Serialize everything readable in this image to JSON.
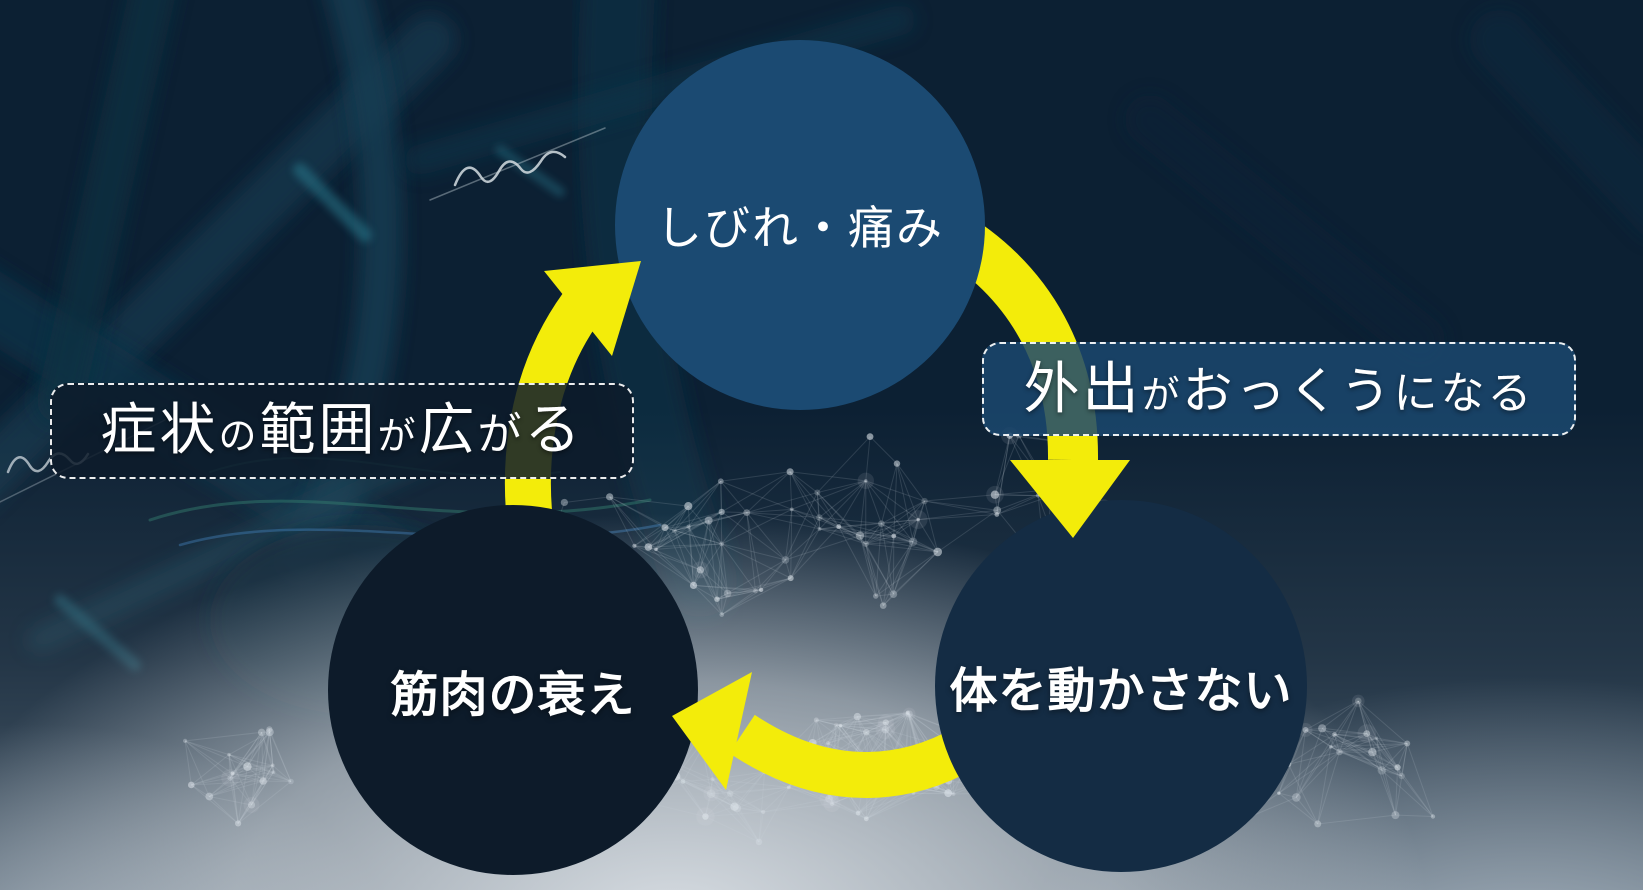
{
  "colors": {
    "arrow": "#f3ec0a",
    "node_symptom_bg": "#1b4a72",
    "node_inactive_bg": "#142c44",
    "node_muscle_bg": "#0d1b2a",
    "label_right_bg": "#1b486e",
    "label_left_bg": "#0d1b2a",
    "text": "#ffffff"
  },
  "nodes": {
    "symptom": {
      "label": "しびれ・痛み"
    },
    "inactive": {
      "label": "体を動かさない"
    },
    "muscle": {
      "label": "筋肉の衰え"
    }
  },
  "edge_labels": {
    "right": {
      "full_text": "外出がおっくうになる",
      "parts": [
        {
          "text": "外出"
        },
        {
          "text": "が"
        },
        {
          "text": "おっくう"
        },
        {
          "text": "になる"
        }
      ]
    },
    "left": {
      "full_text": "症状の範囲が広がる",
      "parts": [
        {
          "text": "症状"
        },
        {
          "text": "の"
        },
        {
          "text": "範囲"
        },
        {
          "text": "が"
        },
        {
          "text": "広"
        },
        {
          "text": "が"
        },
        {
          "text": "る"
        }
      ]
    }
  }
}
